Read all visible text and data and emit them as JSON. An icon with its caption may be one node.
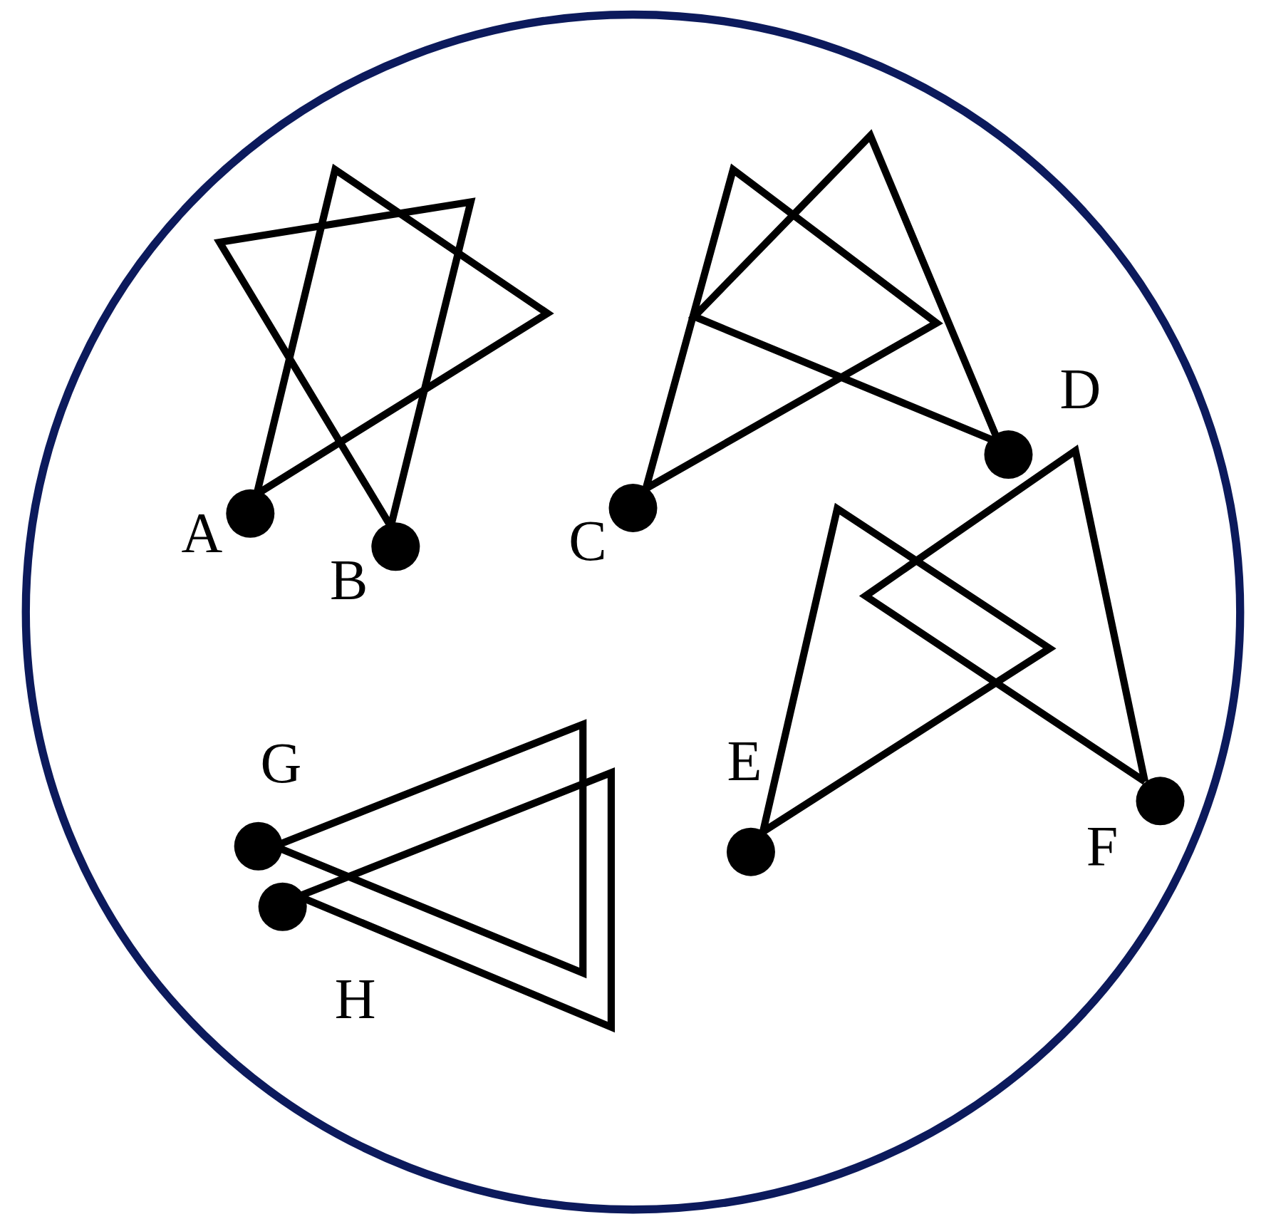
{
  "diagram": {
    "labels": [
      "D",
      "A",
      "C",
      "B",
      "G",
      "E",
      "F",
      "H"
    ]
  }
}
